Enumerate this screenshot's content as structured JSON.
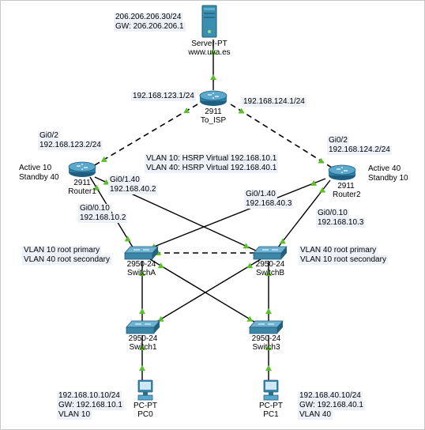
{
  "server": {
    "ip": "206.206.206.30/24",
    "gw": "GW: 206.206.206.1",
    "model": "Server-PT",
    "name": "www.uva.es"
  },
  "isp_router": {
    "model": "2911",
    "name": "To_ISP",
    "left_if_ip": "192.168.123.1/24",
    "right_if_ip": "192.168.124.1/24"
  },
  "router1": {
    "model": "2911",
    "name": "Router1",
    "wan_if": "Gi0/2",
    "wan_ip": "192.168.123.2/24",
    "role_line1": "Active 10",
    "role_line2": "Standby 40",
    "sub40_if": "Gi0/1.40",
    "sub40_ip": "192.168.40.2",
    "sub10_if": "Gi0/0.10",
    "sub10_ip": "192.168.10.2"
  },
  "router2": {
    "model": "2911",
    "name": "Router2",
    "wan_if": "Gi0/2",
    "wan_ip": "192.168.124.2/24",
    "role_line1": "Active 40",
    "role_line2": "Standby 10",
    "sub40_if": "Gi0/1.40",
    "sub40_ip": "192.168.40.3",
    "sub10_if": "Gi0/0.10",
    "sub10_ip": "192.168.10.3"
  },
  "hsrp": {
    "line1": "VLAN 10: HSRP Virtual 192.168.10.1",
    "line2": "VLAN 40: HSRP Virtual 192.168.40.1"
  },
  "switchA": {
    "model": "2950-24",
    "name": "SwitchA",
    "note1": "VLAN 10 root primary",
    "note2": "VLAN 40 root secondary"
  },
  "switchB": {
    "model": "2950-24",
    "name": "SwitchB",
    "note1": "VLAN 40 root primary",
    "note2": "VLAN 10 root secondary"
  },
  "switch1": {
    "model": "2950-24",
    "name": "Switch1"
  },
  "switch3": {
    "model": "2950-24",
    "name": "Switch3"
  },
  "pc0": {
    "model": "PC-PT",
    "name": "PC0",
    "ip": "192.168.10.10/24",
    "gw": "GW: 192.168.10.1",
    "vlan": "VLAN 10"
  },
  "pc1": {
    "model": "PC-PT",
    "name": "PC1",
    "ip": "192.168.40.10/24",
    "gw": "GW: 192.168.40.1",
    "vlan": "VLAN 40"
  },
  "colors": {
    "link": "#000000",
    "link_up_marker": "#5cbf2a",
    "router_body": "#2e7fa8",
    "switch_body": "#3d86a8",
    "server_body": "#3a8fb0",
    "label_bg": "#eef2f8"
  }
}
